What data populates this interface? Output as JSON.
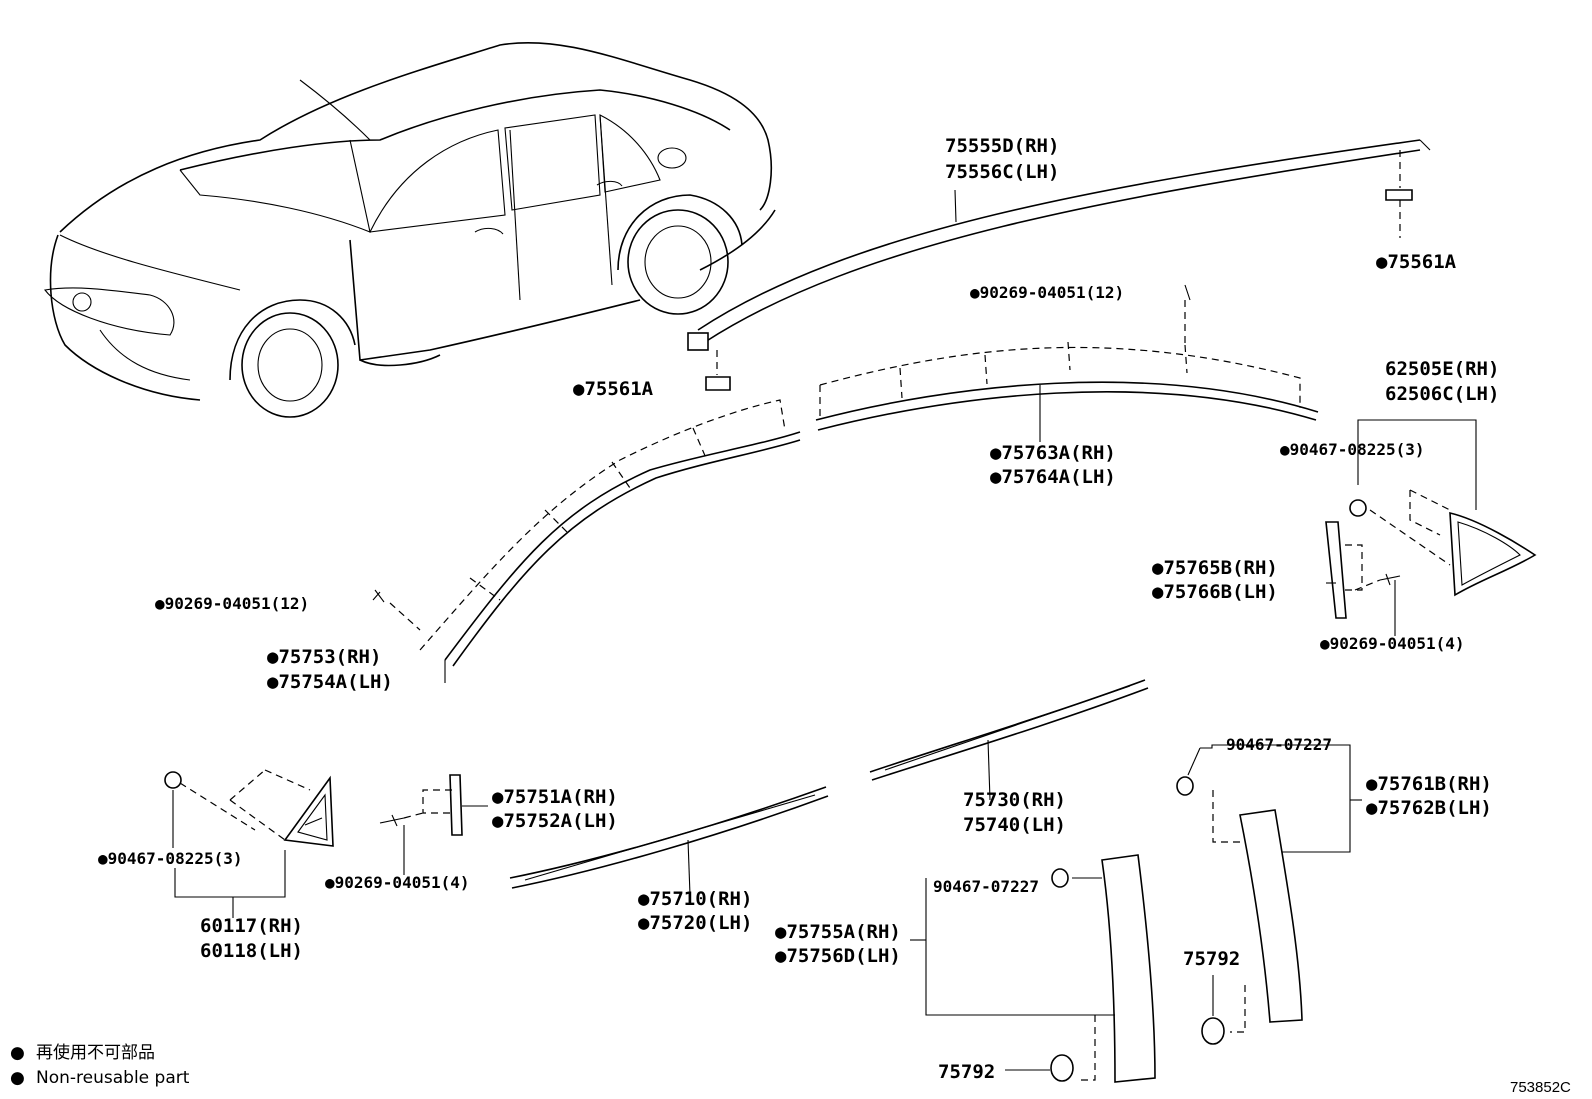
{
  "labels": {
    "l_75555": "75555D(RH)",
    "l_75556": "75556C(LH)",
    "l_75561_r": "●75561A",
    "l_90269_top": "●90269-04051(12)",
    "l_75561_l": "●75561A",
    "l_62505": "62505E(RH)",
    "l_62506": "62506C(LH)",
    "l_75763": "●75763A(RH)",
    "l_75764": "●75764A(LH)",
    "l_90467_r": "●90467-08225(3)",
    "l_75765": "●75765B(RH)",
    "l_75766": "●75766B(LH)",
    "l_90269_mid": "●90269-04051(12)",
    "l_90269_r4": "●90269-04051(4)",
    "l_75753": "●75753(RH)",
    "l_75754": "●75754A(LH)",
    "l_75730": "75730(RH)",
    "l_75740": "75740(LH)",
    "l_90467_07227_r": "90467-07227",
    "l_75761": "●75761B(RH)",
    "l_75762": "●75762B(LH)",
    "l_75751": "●75751A(RH)",
    "l_75752": "●75752A(LH)",
    "l_90467_l": "●90467-08225(3)",
    "l_90269_l4": "●90269-04051(4)",
    "l_60117": "60117(RH)",
    "l_60118": "60118(LH)",
    "l_75710": "●75710(RH)",
    "l_75720": "●75720(LH)",
    "l_90467_07227_c": "90467-07227",
    "l_75755": "●75755A(RH)",
    "l_75756": "●75756D(LH)",
    "l_75792_a": "75792",
    "l_75792_b": "75792"
  },
  "legend": {
    "marker": "●",
    "line1": "再使用不可部品",
    "line2": "Non-reusable part"
  },
  "diagram_code": "753852C"
}
